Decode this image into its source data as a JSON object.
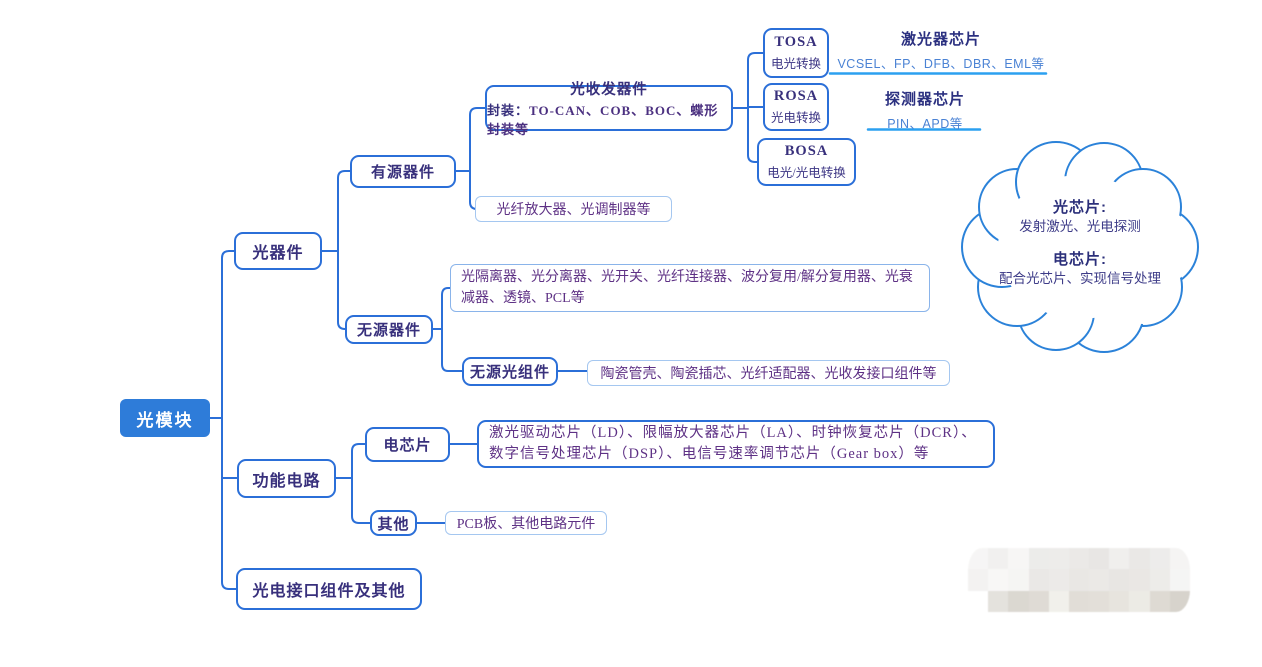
{
  "root": {
    "label": "光模块"
  },
  "level1": {
    "optical_devices": {
      "label": "光器件"
    },
    "functional_circuit": {
      "label": "功能电路"
    },
    "interface_other": {
      "label": "光电接口组件及其他"
    }
  },
  "optical": {
    "active_devices": {
      "label": "有源器件"
    },
    "passive_devices": {
      "label": "无源器件"
    },
    "transceiver": {
      "title": "光收发器件",
      "subtitle_label": "封装：",
      "subtitle_text": "TO-CAN、COB、BOC、蝶形封装等"
    },
    "fiber_amp": {
      "label": "光纤放大器、光调制器等"
    },
    "tosa": {
      "title": "TOSA",
      "subtitle": "电光转换"
    },
    "rosa": {
      "title": "ROSA",
      "subtitle": "光电转换"
    },
    "bosa": {
      "title": "BOSA",
      "subtitle": "电光/光电转换"
    },
    "laser_chip": {
      "title": "激光器芯片",
      "subtitle": "VCSEL、FP、DFB、DBR、EML等"
    },
    "detector_chip": {
      "title": "探测器芯片",
      "subtitle": "PIN、APD等"
    },
    "passive_list": {
      "label": "光隔离器、光分离器、光开关、光纤连接器、波分复用/解分复用器、光衰减器、透镜、PCL等"
    },
    "passive_components": {
      "label": "无源光组件"
    },
    "ceramic_list": {
      "label": "陶瓷管壳、陶瓷插芯、光纤适配器、光收发接口组件等"
    }
  },
  "circuit": {
    "elec_chip": {
      "label": "电芯片"
    },
    "elec_list": {
      "label": "激光驱动芯片（LD）、限幅放大器芯片（LA）、时钟恢复芯片（DCR）、数字信号处理芯片（DSP）、电信号速率调节芯片（Gear box）等"
    },
    "other": {
      "label": "其他"
    },
    "pcb_list": {
      "label": "PCB板、其他电路元件"
    }
  },
  "cloud": {
    "line1_title": "光芯片:",
    "line1_desc": "发射激光、光电探测",
    "line2_title": "电芯片:",
    "line2_desc": "配合光芯片、实现信号处理"
  },
  "colors": {
    "branch_line": "#2b6fd8",
    "root_fill": "#2e7cd9",
    "leaf_border": "#a5c7f0",
    "underline_blue": "#2ba0f0",
    "chip_subtext_blue": "#4a82d4",
    "label_indigo": "#38307c",
    "leaf_text_purple": "#5e3185",
    "cloud_border": "#2b82d9"
  }
}
